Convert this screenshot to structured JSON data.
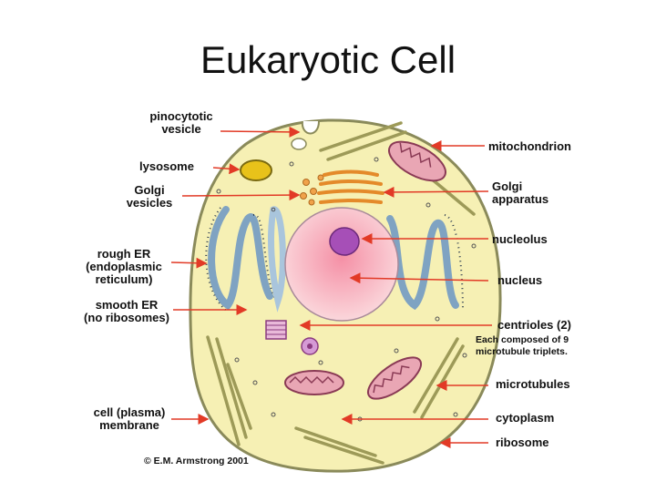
{
  "title": "Eukaryotic Cell",
  "labels_left": {
    "pinocytotic_vesicle": [
      "pinocytotic",
      "vesicle"
    ],
    "lysosome": "lysosome",
    "golgi_vesicles": [
      "Golgi",
      "vesicles"
    ],
    "rough_er": [
      "rough ER",
      "(endoplasmic",
      "reticulum)"
    ],
    "smooth_er": [
      "smooth ER",
      "(no ribosomes)"
    ],
    "cell_membrane": [
      "cell (plasma)",
      "membrane"
    ]
  },
  "labels_right": {
    "mitochondrion": "mitochondrion",
    "golgi_apparatus": [
      "Golgi",
      "apparatus"
    ],
    "nucleolus": "nucleolus",
    "nucleus": "nucleus",
    "centrioles": "centrioles (2)",
    "centrioles_note": [
      "Each composed of 9",
      "microtubule triplets."
    ],
    "microtubules": "microtubules",
    "cytoplasm": "cytoplasm",
    "ribosome": "ribosome"
  },
  "credit": "© E.M. Armstrong 2001",
  "colors": {
    "cytoplasm": "#f6f0b4",
    "membrane": "#8a8a5a",
    "nucleus": "#f7c7cd",
    "nucleolus": "#a64fb7",
    "er": "#a9c5dc",
    "golgi": "#f0a24a",
    "mitochondrion": "#e9a6b4",
    "lysosome": "#e8c21a",
    "arrow": "#e23a26"
  }
}
